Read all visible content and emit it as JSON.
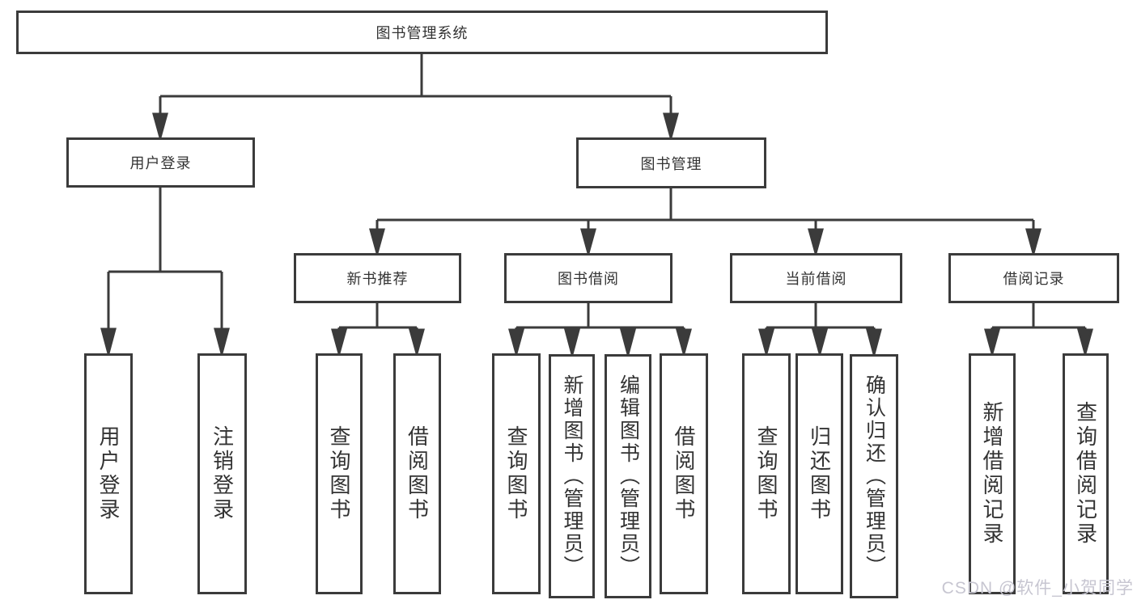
{
  "diagram": {
    "root": {
      "label": "图书管理系统"
    },
    "level2": [
      {
        "label": "用户登录"
      },
      {
        "label": "图书管理"
      }
    ],
    "level3": [
      {
        "label": "新书推荐"
      },
      {
        "label": "图书借阅"
      },
      {
        "label": "当前借阅"
      },
      {
        "label": "借阅记录"
      }
    ],
    "leaves": {
      "login": [
        {
          "label": "用户登录"
        },
        {
          "label": "注销登录"
        }
      ],
      "newbook": [
        {
          "label": "查询图书"
        },
        {
          "label": "借阅图书"
        }
      ],
      "borrow": [
        {
          "label": "查询图书"
        },
        {
          "label": "新增图书（管理员）"
        },
        {
          "label": "编辑图书（管理员）"
        },
        {
          "label": "借阅图书"
        }
      ],
      "current": [
        {
          "label": "查询图书"
        },
        {
          "label": "归还图书"
        },
        {
          "label": "确认归还（管理员）"
        }
      ],
      "records": [
        {
          "label": "新增借阅记录"
        },
        {
          "label": "查询借阅记录"
        }
      ]
    }
  },
  "watermark": {
    "text": "CSDN @软件_小贺同学"
  },
  "colors": {
    "line": "#3b3b3b",
    "text": "#333333",
    "background": "#ffffff",
    "watermark": "#c7c6d1"
  }
}
